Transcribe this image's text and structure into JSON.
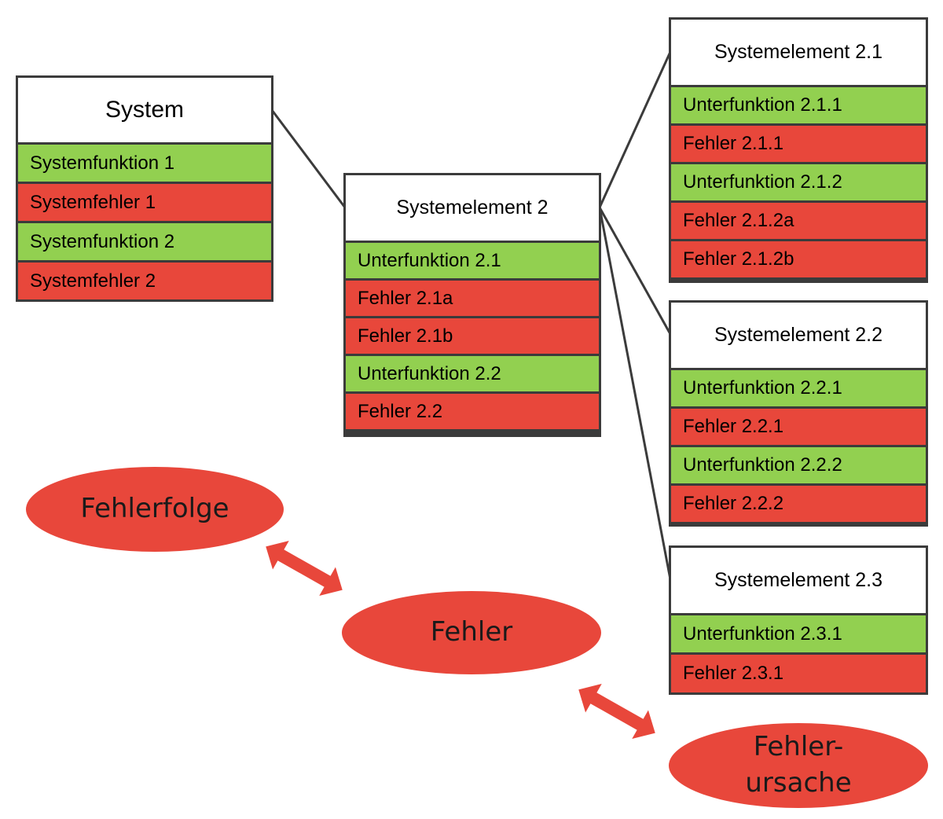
{
  "system": {
    "title": "System",
    "rows": [
      {
        "label": "Systemfunktion 1",
        "kind": "function"
      },
      {
        "label": "Systemfehler 1",
        "kind": "failure"
      },
      {
        "label": "Systemfunktion 2",
        "kind": "function"
      },
      {
        "label": "Systemfehler 2",
        "kind": "failure"
      }
    ]
  },
  "element2": {
    "title": "Systemelement 2",
    "rows": [
      {
        "label": "Unterfunktion 2.1",
        "kind": "function"
      },
      {
        "label": "Fehler 2.1a",
        "kind": "failure"
      },
      {
        "label": "Fehler 2.1b",
        "kind": "failure"
      },
      {
        "label": "Unterfunktion 2.2",
        "kind": "function"
      },
      {
        "label": "Fehler 2.2",
        "kind": "failure"
      }
    ]
  },
  "element21": {
    "title": "Systemelement 2.1",
    "rows": [
      {
        "label": "Unterfunktion 2.1.1",
        "kind": "function"
      },
      {
        "label": "Fehler 2.1.1",
        "kind": "failure"
      },
      {
        "label": "Unterfunktion 2.1.2",
        "kind": "function"
      },
      {
        "label": "Fehler 2.1.2a",
        "kind": "failure"
      },
      {
        "label": "Fehler 2.1.2b",
        "kind": "failure"
      }
    ]
  },
  "element22": {
    "title": "Systemelement 2.2",
    "rows": [
      {
        "label": "Unterfunktion 2.2.1",
        "kind": "function"
      },
      {
        "label": "Fehler 2.2.1",
        "kind": "failure"
      },
      {
        "label": "Unterfunktion 2.2.2",
        "kind": "function"
      },
      {
        "label": "Fehler 2.2.2",
        "kind": "failure"
      }
    ]
  },
  "element23": {
    "title": "Systemelement 2.3",
    "rows": [
      {
        "label": "Unterfunktion 2.3.1",
        "kind": "function"
      },
      {
        "label": "Fehler 2.3.1",
        "kind": "failure"
      }
    ]
  },
  "chain": {
    "effect": "Fehlerfolge",
    "failure": "Fehler",
    "cause_line1": "Fehler-",
    "cause_line2": "ursache"
  },
  "colors": {
    "function": "#92d050",
    "failure": "#e8473b",
    "border": "#3b3b3b",
    "arrow": "#e8473b"
  }
}
